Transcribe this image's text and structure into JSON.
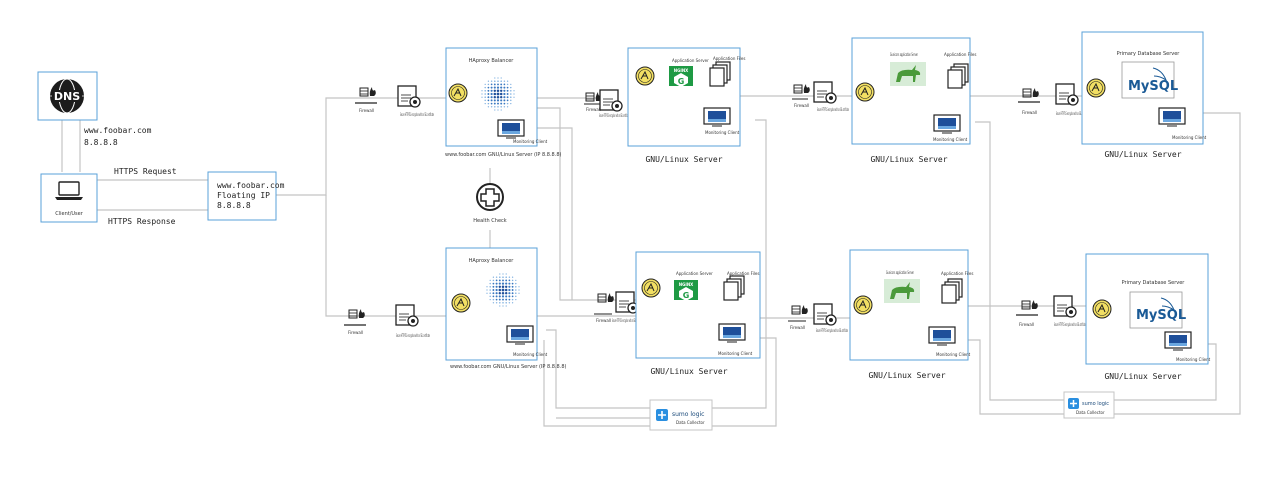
{
  "colors": {
    "box_border": "#5aa0d8",
    "line": "#c4c4c4",
    "nginx_green": "#1e9a44",
    "unicorn_bg": "#d7ecd7",
    "mysql_blue": "#1a5a96",
    "sumo_blue": "#2a8fe0",
    "badge_yellow": "#f2df63"
  },
  "icons": [
    "globe-icon",
    "laptop-icon",
    "firewall-icon",
    "ssl-certificate-icon",
    "haproxy-logo-icon",
    "monitor-icon",
    "nginx-icon",
    "files-icon",
    "unicorn-icon",
    "mysql-logo-icon",
    "health-cross-icon",
    "sumologic-icon",
    "certification-badge-icon"
  ],
  "dns": {
    "label": "DNS",
    "domain": "www.foobar.com",
    "ip": "8.8.8.8"
  },
  "client": {
    "label": "Client/User"
  },
  "requests": {
    "request": "HTTPS Request",
    "response": "HTTPS Response"
  },
  "floating": {
    "line1": "www.foobar.com",
    "line2": "Floating IP",
    "line3": "8.8.8.8"
  },
  "firewall_label": "Firewall",
  "ssl_text": "Secure HTTP/TLS encryption with an SSL certificate",
  "haproxy": {
    "title": "HAproxy Balancer",
    "caption": "www.foobar.com GNU/Linux Server (IP 8.8.8.8)",
    "monitor": "Monitoring Client"
  },
  "health_check": "Health Check",
  "web_server": {
    "label": "GNU/Linux Server",
    "nginx_small": "Application Server",
    "nginx_logo": "NGINX",
    "files_label": "Application Files",
    "monitor": "Monitoring Client"
  },
  "app_server": {
    "label": "GNU/Linux Server",
    "unicorn_label": "Gunicorn application Server",
    "files_label": "Application Files",
    "monitor": "Monitoring Client"
  },
  "db_server": {
    "label": "GNU/Linux Server",
    "title": "Primary Database Server",
    "mysql_logo": "MySQL",
    "monitor": "Monitoring Client"
  },
  "sumo": {
    "brand": "sumo logic",
    "label": "Data Collector"
  }
}
